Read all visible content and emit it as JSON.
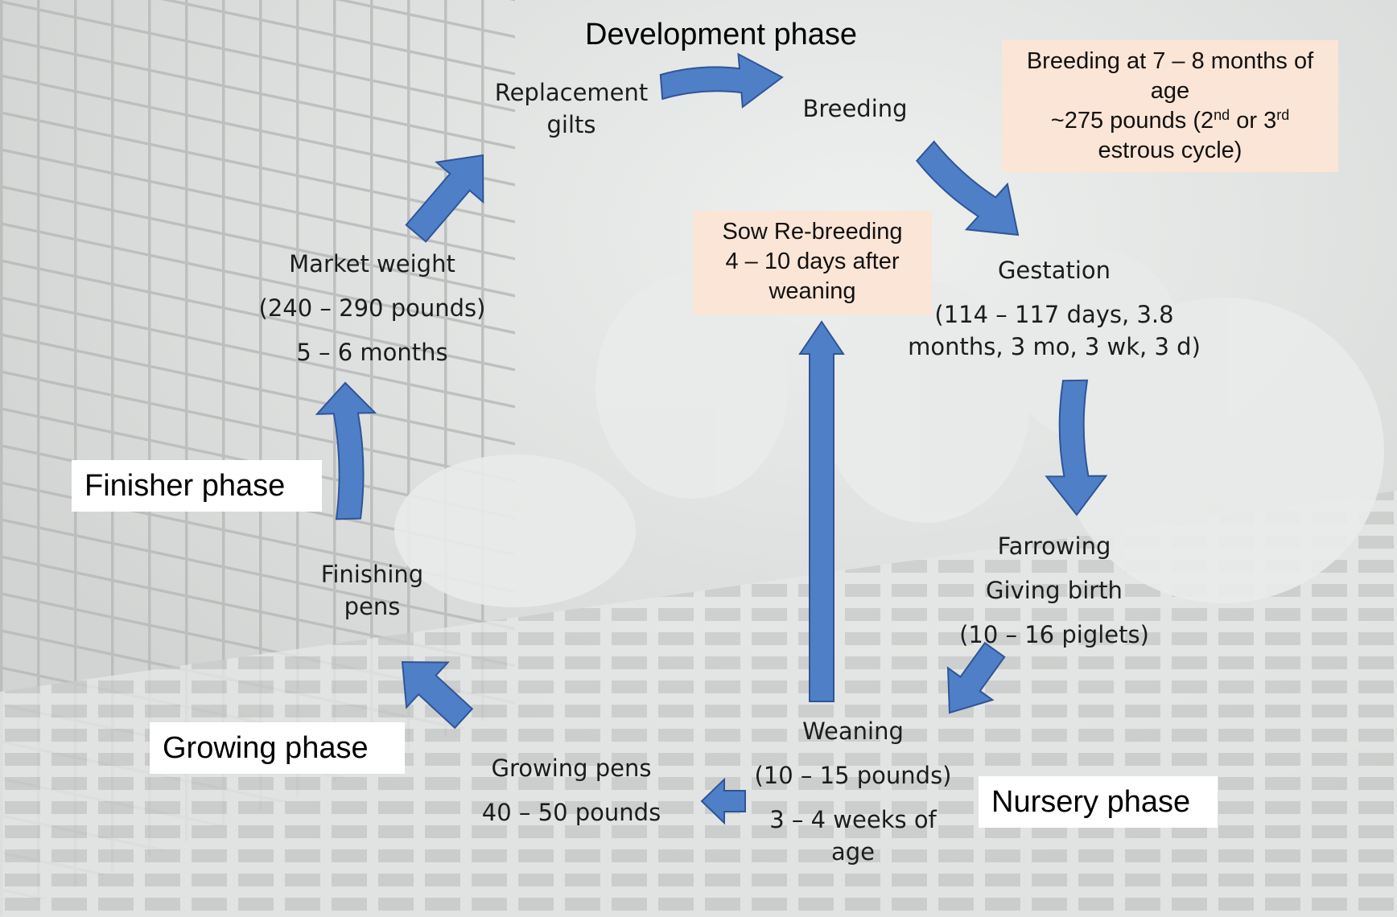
{
  "title": "Development phase",
  "phases": {
    "finisher": "Finisher phase",
    "growing": "Growing phase",
    "nursery": "Nursery phase"
  },
  "stages": {
    "replacement_gilts": [
      "Replacement",
      "gilts"
    ],
    "breeding": "Breeding",
    "gestation": [
      "Gestation",
      "(114 – 117 days, 3.8",
      "months, 3 mo, 3 wk, 3 d)"
    ],
    "farrowing": [
      "Farrowing",
      "Giving birth",
      "(10 – 16 piglets)"
    ],
    "weaning": [
      "Weaning",
      "(10 – 15 pounds)",
      "3 – 4 weeks of",
      "age"
    ],
    "growing_pens": [
      "Growing pens",
      "40 – 50 pounds"
    ],
    "finishing_pens": [
      "Finishing",
      "pens"
    ],
    "market_weight": [
      "Market weight",
      "(240 – 290 pounds)",
      "5 – 6 months"
    ]
  },
  "notes": {
    "breeding_age": {
      "line1": "Breeding at 7 – 8 months of",
      "line2": "age",
      "line3_pre": "~275 pounds (2",
      "sup1": "nd",
      "line3_mid": " or 3",
      "sup2": "rd",
      "line4": "estrous cycle)"
    },
    "sow_rebreeding": [
      "Sow Re-breeding",
      "4 – 10 days after",
      "weaning"
    ]
  },
  "colors": {
    "arrow_fill": "#4f7fc6",
    "arrow_stroke": "#2f5597",
    "note_fill": "#fbe5d6",
    "phase_box_fill": "#ffffff"
  }
}
